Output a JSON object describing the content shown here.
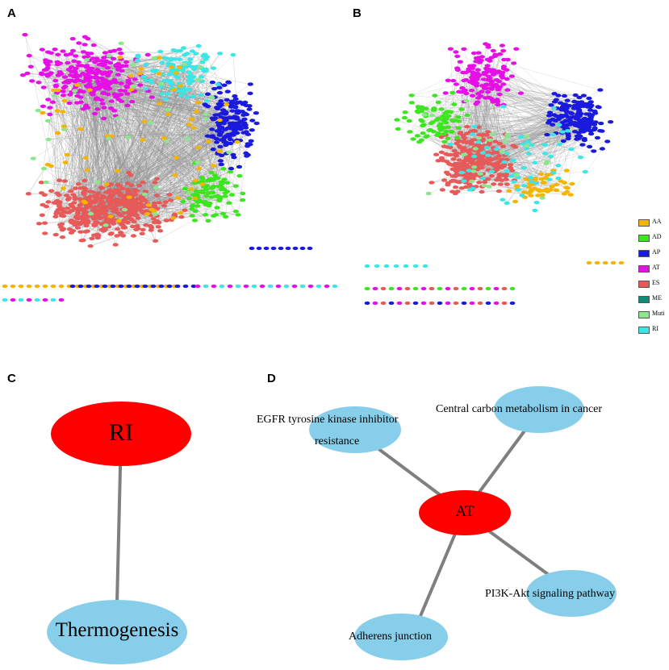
{
  "panels": {
    "a": {
      "letter": "A"
    },
    "b": {
      "letter": "B"
    },
    "c": {
      "letter": "C"
    },
    "d": {
      "letter": "D"
    }
  },
  "colors": {
    "AA": "#f5b400",
    "AD": "#3ce61e",
    "AP": "#1a1adc",
    "AT": "#e60fe6",
    "ES": "#e65a5a",
    "ME": "#0f8c78",
    "Muti": "#8ce68c",
    "RI": "#3ce6e6",
    "hub": "#ff0000",
    "pathway": "#87ceeb",
    "edge": "#7f7f7f"
  },
  "legend": {
    "items": [
      {
        "key": "AA",
        "label": "AA"
      },
      {
        "key": "AD",
        "label": "AD"
      },
      {
        "key": "AP",
        "label": "AP"
      },
      {
        "key": "AT",
        "label": "AT"
      },
      {
        "key": "ES",
        "label": "ES"
      },
      {
        "key": "ME",
        "label": "ME"
      },
      {
        "key": "Muti",
        "label": "Muti"
      },
      {
        "key": "RI",
        "label": "RI"
      }
    ]
  },
  "panel_c": {
    "hub": "RI",
    "pathway": "Thermogenesis"
  },
  "panel_d": {
    "hub": "AT",
    "pathways": {
      "egfr_line1": "EGFR tyrosine kinase inhibitor",
      "egfr_line2": "resistance",
      "carbon": "Central carbon metabolism in cancer",
      "pi3k": "PI3K-Akt signaling pathway",
      "adherens": "Adherens junction"
    }
  }
}
